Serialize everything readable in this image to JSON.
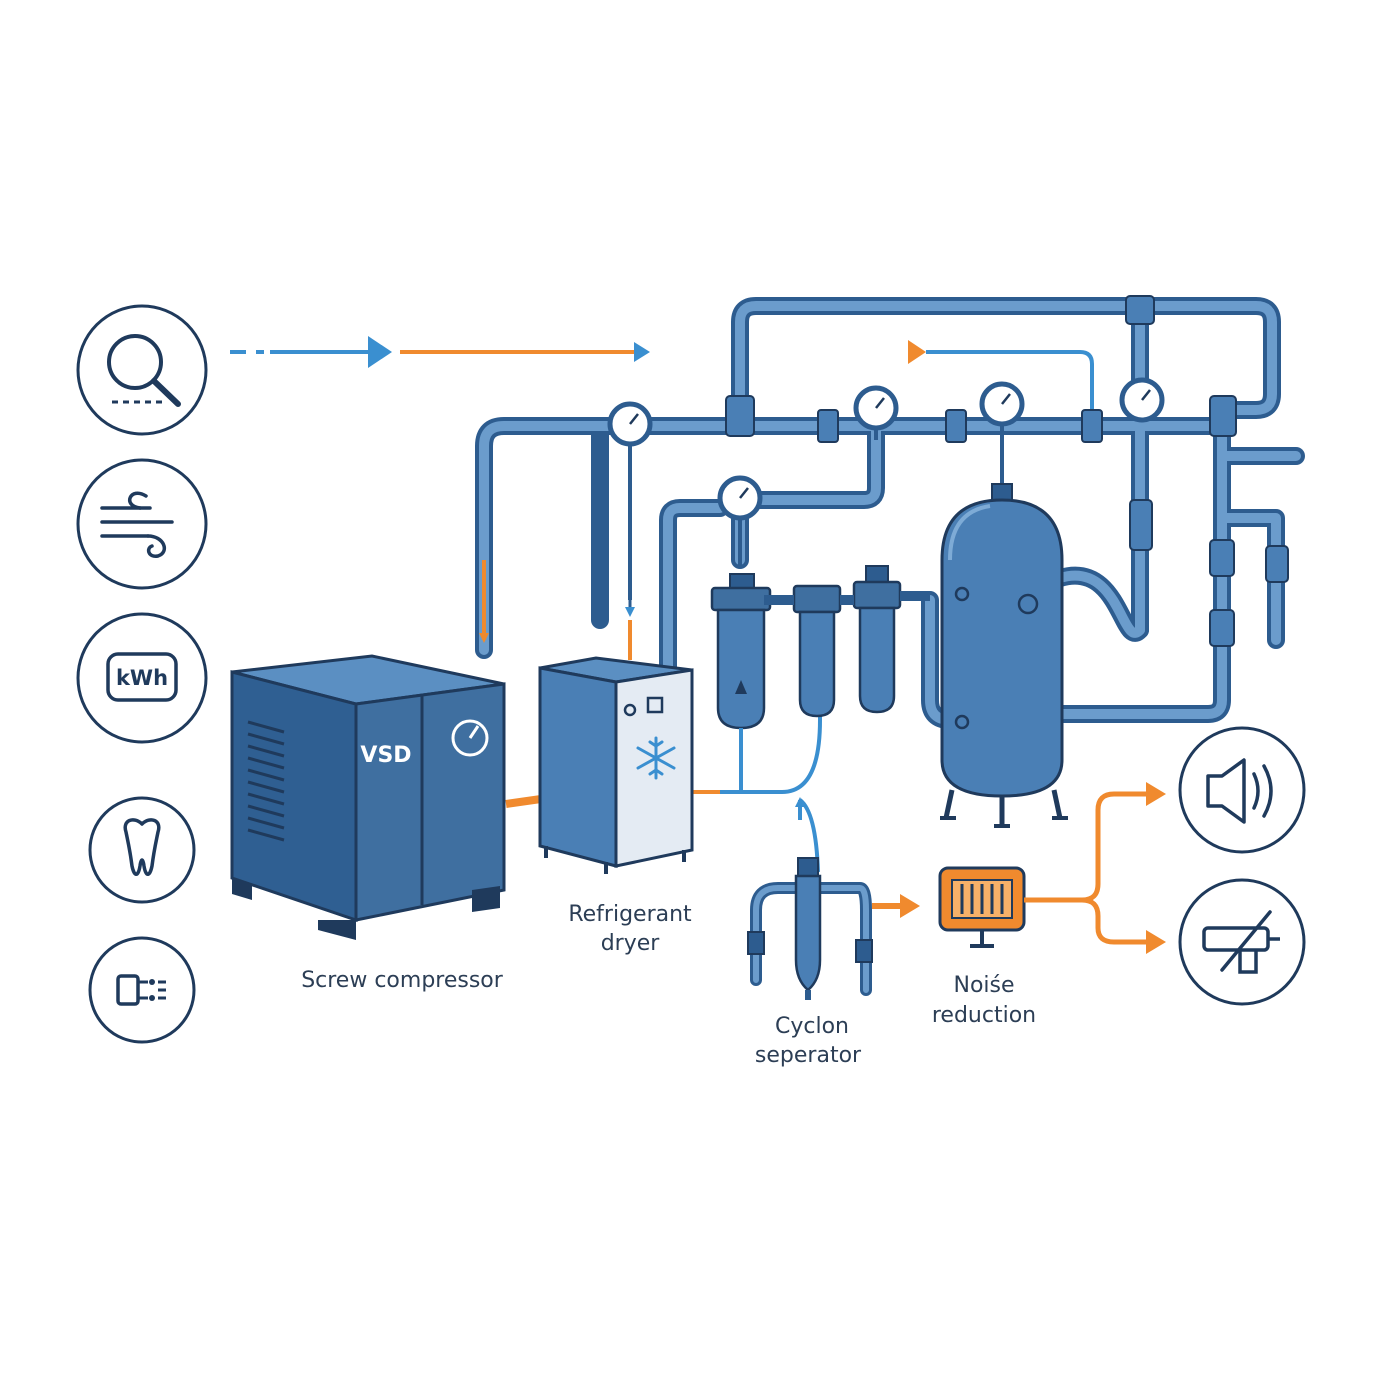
{
  "labels": {
    "compressor": "Screw compressor",
    "dryer_line1": "Refrigerant",
    "dryer_line2": "dryer",
    "cyclone_line1": "Cyclon",
    "cyclone_line2": "seperator",
    "noise_line1": "Noiśe",
    "noise_line2": "reduction",
    "vsd": "VSD",
    "kwh": "kWh"
  },
  "left_icons": [
    "leak-detection-icon",
    "air-flow-icon",
    "energy-kwh-icon",
    "tooth-dental-icon",
    "valve-control-icon"
  ],
  "right_icons": [
    "speaker-sound-icon",
    "air-tool-off-icon"
  ],
  "colors": {
    "dark_line": "#1f3a5c",
    "pipe": "#4a7fb5",
    "pipe_dark": "#2d5c8f",
    "equipment": "#3f6fa0",
    "flow_blue": "#3a8fd0",
    "flow_orange": "#f08a2e",
    "background": "#ffffff"
  }
}
